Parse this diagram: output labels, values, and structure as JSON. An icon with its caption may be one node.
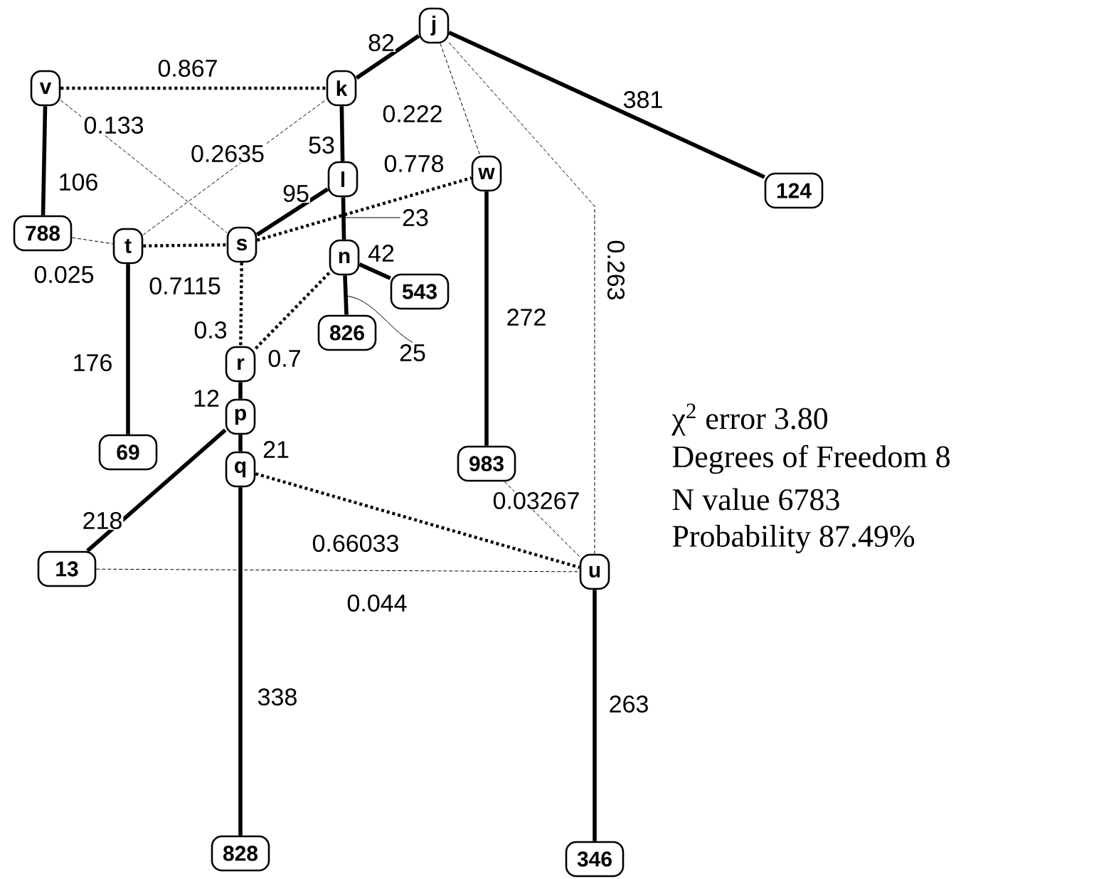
{
  "diagram": {
    "nodes": [
      {
        "text": [
          "j"
        ]
      },
      {
        "text": [
          "v"
        ]
      },
      {
        "text": [
          "k"
        ]
      },
      {
        "text": [
          "w"
        ]
      },
      {
        "text": [
          "l"
        ]
      },
      {
        "text": [
          "124"
        ]
      },
      {
        "text": [
          "788"
        ]
      },
      {
        "text": [
          "t"
        ]
      },
      {
        "text": [
          "s"
        ]
      },
      {
        "text": [
          "n"
        ]
      },
      {
        "text": [
          "543"
        ]
      },
      {
        "text": [
          "826"
        ]
      },
      {
        "text": [
          "r"
        ]
      },
      {
        "text": [
          "69"
        ]
      },
      {
        "text": [
          "p"
        ]
      },
      {
        "text": [
          "q"
        ]
      },
      {
        "text": [
          "983"
        ]
      },
      {
        "text": [
          "13"
        ]
      },
      {
        "text": [
          "u"
        ]
      },
      {
        "text": [
          "828"
        ]
      },
      {
        "text": [
          "346"
        ]
      },
      {
        "text": [
          "23"
        ]
      },
      {
        "text": [
          "25"
        ]
      }
    ],
    "edges": [
      {
        "from": 0,
        "to": 2,
        "arrow": "none",
        "label": "82"
      },
      {
        "from": 0,
        "to": 5,
        "arrow": "none",
        "label": "381"
      },
      {
        "from": 1,
        "to": 2,
        "arrow": "none",
        "label": "0.867",
        "style": "dashed"
      },
      {
        "from": 2,
        "to": 4,
        "arrow": "none",
        "label": "53"
      },
      {
        "from": 4,
        "to": 8,
        "arrow": "none",
        "label": "95"
      },
      {
        "from": 4,
        "to": 9,
        "arrow": "none"
      },
      {
        "from": 8,
        "to": 3,
        "arrow": "none",
        "label": "0.778",
        "style": "dashed"
      },
      {
        "from": 1,
        "to": 8,
        "arrow": "none",
        "label": "0.133",
        "style": "dashed"
      },
      {
        "from": 7,
        "to": 2,
        "arrow": "none",
        "label": "0.2635",
        "style": "dashed"
      },
      {
        "from": 6,
        "to": 7,
        "arrow": "none",
        "label": "0.025",
        "style": "dashed"
      },
      {
        "from": 7,
        "to": 8,
        "arrow": "none",
        "label": "0.7115",
        "style": "dashed"
      },
      {
        "from": 1,
        "to": 6,
        "arrow": "none",
        "label": "106"
      },
      {
        "from": 0,
        "to": 3,
        "arrow": "none",
        "label": "0.222",
        "style": "dashed"
      },
      {
        "from": 0,
        "to": 18,
        "arrow": "none",
        "label": "0.263",
        "style": "dashed"
      },
      {
        "from": 9,
        "to": 10,
        "arrow": "none",
        "label": "42"
      },
      {
        "from": 9,
        "to": 11,
        "arrow": "none"
      },
      {
        "from": 3,
        "to": 16,
        "arrow": "none",
        "label": "272"
      },
      {
        "from": 7,
        "to": 13,
        "arrow": "none",
        "label": "176"
      },
      {
        "from": 8,
        "to": 12,
        "arrow": "none",
        "label": "0.3",
        "style": "dashed"
      },
      {
        "from": 9,
        "to": 12,
        "arrow": "none",
        "label": "0.7",
        "style": "dashed"
      },
      {
        "from": 12,
        "to": 14,
        "arrow": "none",
        "label": "12"
      },
      {
        "from": 14,
        "to": 15,
        "arrow": "none",
        "label": "21"
      },
      {
        "from": 14,
        "to": 17,
        "arrow": "none",
        "label": "218"
      },
      {
        "from": 15,
        "to": 18,
        "arrow": "none",
        "label": "0.66033",
        "style": "dashed"
      },
      {
        "from": 16,
        "to": 18,
        "arrow": "none",
        "label": "0.03267",
        "style": "dashed"
      },
      {
        "from": 17,
        "to": 18,
        "arrow": "none",
        "label": "0.044",
        "style": "dashed"
      },
      {
        "from": 15,
        "to": 19,
        "arrow": "none",
        "label": "338"
      },
      {
        "from": 18,
        "to": 20,
        "arrow": "none",
        "label": "263"
      },
      {
        "from": 21,
        "to": null,
        "arrow": "none"
      },
      {
        "from": 22,
        "to": null,
        "arrow": "none"
      }
    ],
    "labels": [
      "χ$^{2}$ error 3.80",
      "Degrees of Freedom 8",
      "N value 6783",
      "Probability 87.49%"
    ]
  }
}
